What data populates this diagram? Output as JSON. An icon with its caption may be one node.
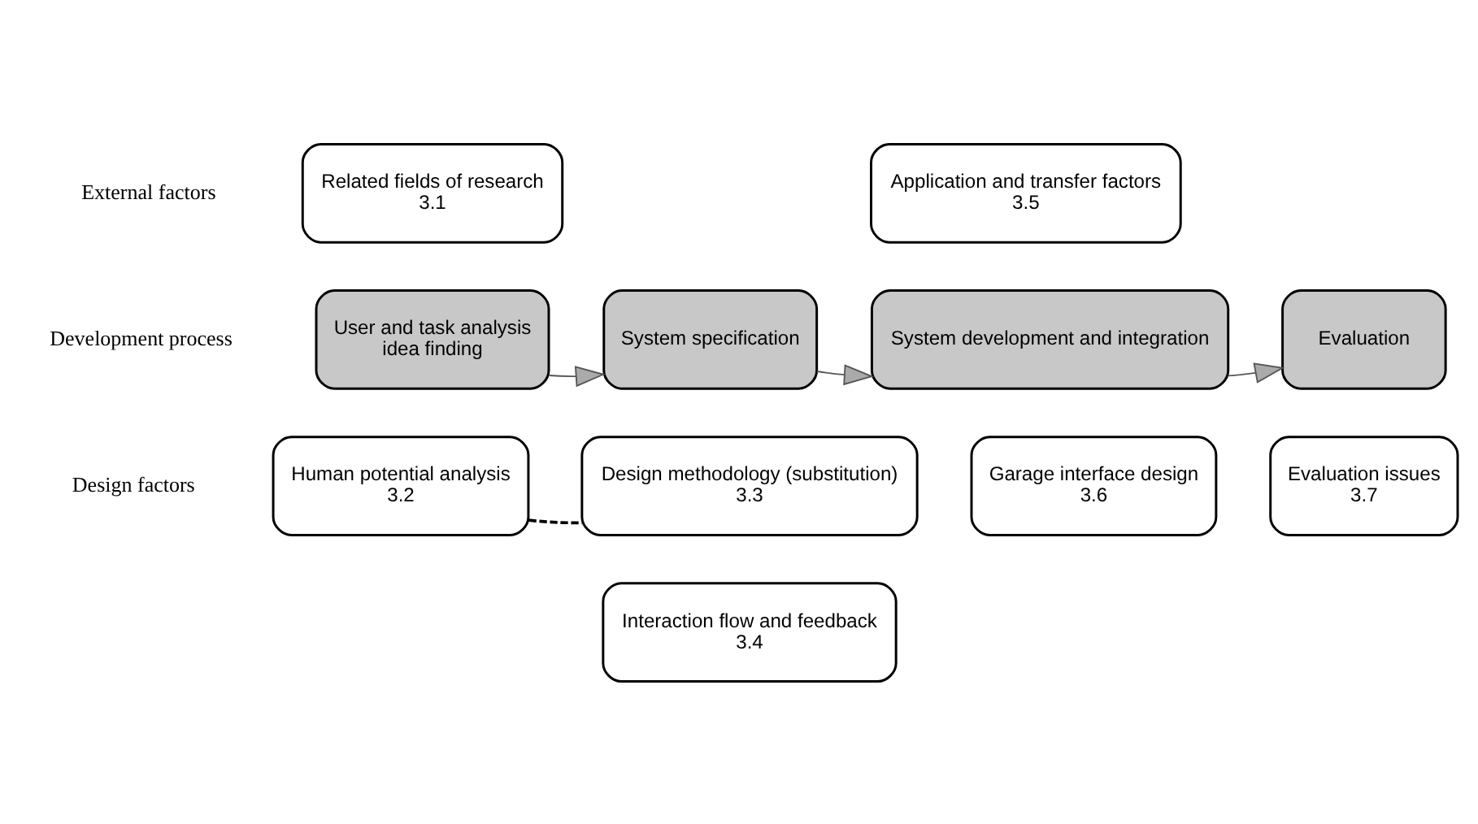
{
  "diagram": {
    "nodes": [
      {
        "text": [
          "Related fields of research",
          "3.1"
        ]
      },
      {
        "text": [
          "Application and transfer factors",
          "3.5"
        ]
      },
      {
        "text": [
          "User and task analysis",
          "idea finding"
        ]
      },
      {
        "text": [
          "System specification"
        ]
      },
      {
        "text": [
          "System development and integration"
        ]
      },
      {
        "text": [
          "Evaluation"
        ]
      },
      {
        "text": [
          "Human potential analysis",
          "3.2"
        ]
      },
      {
        "text": [
          "Design methodology (substitution)",
          "3.3"
        ]
      },
      {
        "text": [
          "Garage interface design",
          "3.6"
        ]
      },
      {
        "text": [
          "Evaluation issues",
          "3.7"
        ]
      },
      {
        "text": [
          "Interaction flow and feedback",
          "3.4"
        ]
      }
    ],
    "edges": [
      {
        "from": 2,
        "to": 3,
        "arrow": "to"
      },
      {
        "from": 3,
        "to": 4,
        "arrow": "to"
      },
      {
        "from": 4,
        "to": 5,
        "arrow": "to"
      },
      {
        "from": 6,
        "to": 7,
        "arrow": "none",
        "style": "dashed"
      }
    ],
    "labels": [
      "External factors",
      "Development process",
      "Design factors"
    ]
  }
}
